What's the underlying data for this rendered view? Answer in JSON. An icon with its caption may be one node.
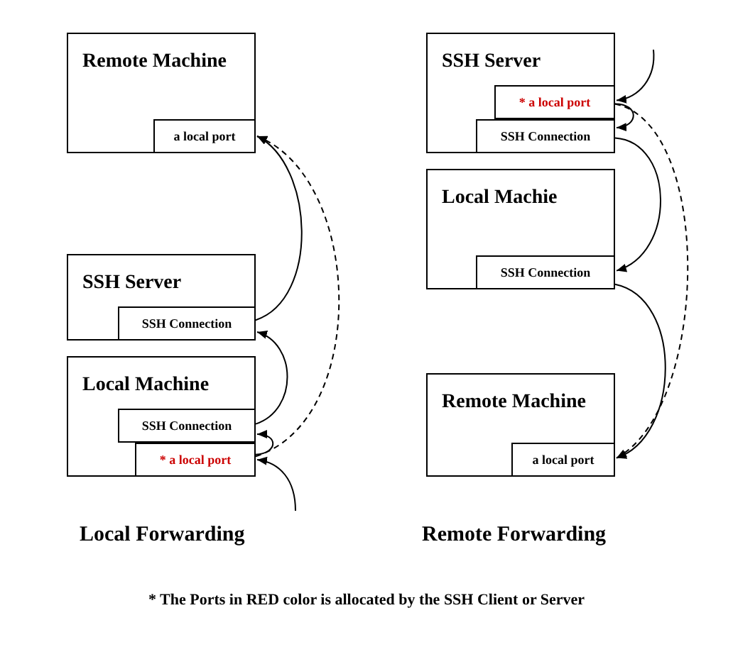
{
  "diagram": {
    "caption": "* The Ports in RED color is allocated by the SSH Client or Server",
    "nodes": [
      {
        "text": [
          "Remote Machine"
        ]
      },
      {
        "text": [
          "a local port"
        ],
        "in": 0
      },
      {
        "text": [
          "SSH Server"
        ]
      },
      {
        "text": [
          "SSH Connection"
        ],
        "in": 2
      },
      {
        "text": [
          "Local Machine"
        ]
      },
      {
        "text": [
          "SSH Connection"
        ],
        "in": 4
      },
      {
        "text": [
          "* a local port"
        ],
        "in": 4
      },
      {
        "text": [
          "SSH Server"
        ]
      },
      {
        "text": [
          "* a local port"
        ],
        "in": 7
      },
      {
        "text": [
          "SSH Connection"
        ],
        "in": 7
      },
      {
        "text": [
          "Local Machie"
        ]
      },
      {
        "text": [
          "SSH Connection"
        ],
        "in": 10
      },
      {
        "text": [
          "Remote Machine"
        ]
      },
      {
        "text": [
          "a local port"
        ],
        "in": 12
      }
    ],
    "edges": [
      {
        "from": null,
        "to": 6,
        "arrow": "to"
      },
      {
        "from": 6,
        "to": 5,
        "arrow": "to"
      },
      {
        "from": 5,
        "to": 3,
        "arrow": "to"
      },
      {
        "from": 3,
        "to": 1,
        "arrow": "to"
      },
      {
        "from": 6,
        "to": 1,
        "arrow": "to",
        "style": "dashed"
      },
      {
        "from": null,
        "to": 8,
        "arrow": "to"
      },
      {
        "from": 8,
        "to": 9,
        "arrow": "to"
      },
      {
        "from": 9,
        "to": 11,
        "arrow": "to"
      },
      {
        "from": 11,
        "to": 13,
        "arrow": "to"
      },
      {
        "from": 8,
        "to": 13,
        "arrow": "to",
        "style": "dashed"
      }
    ],
    "labels": [
      "Local Forwarding",
      "Remote Forwarding"
    ]
  }
}
